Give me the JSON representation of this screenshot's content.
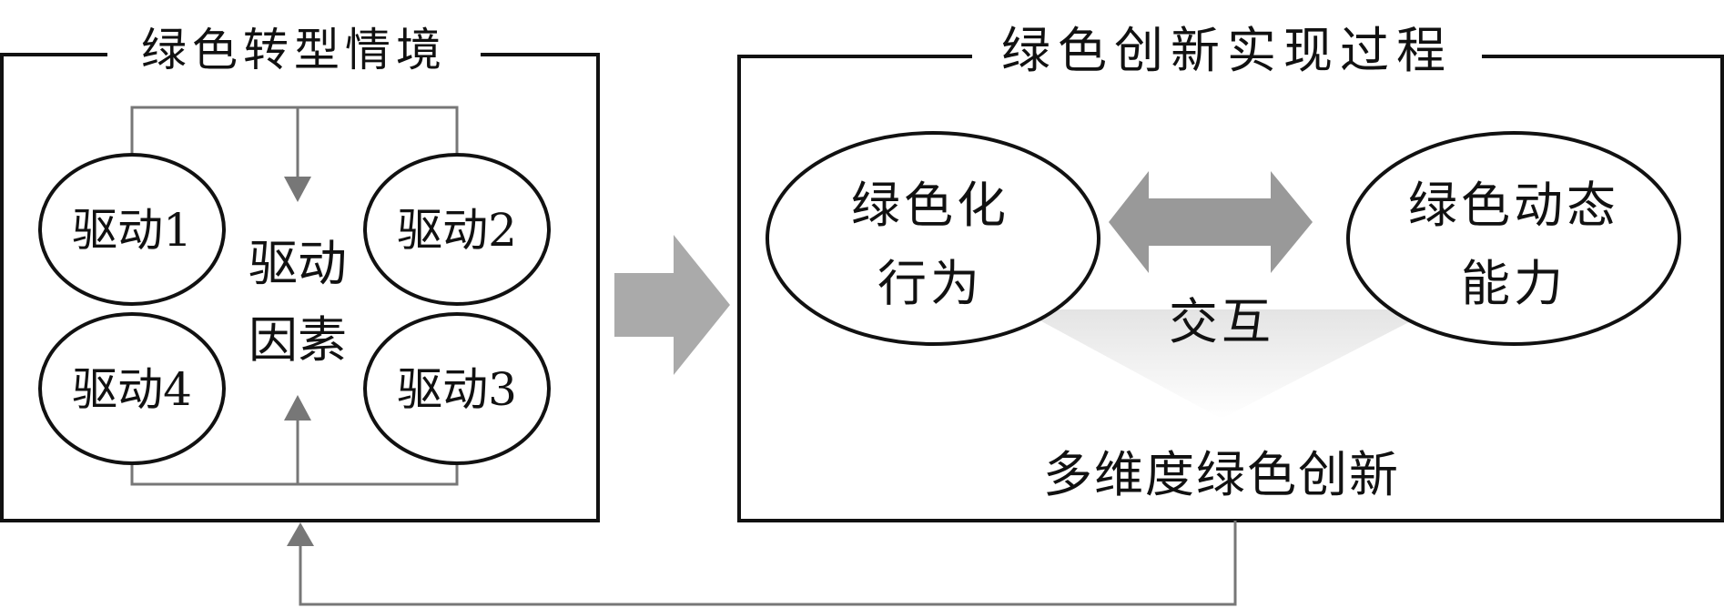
{
  "left_panel": {
    "title": "绿色转型情境",
    "drivers": [
      "驱动1",
      "驱动2",
      "驱动3",
      "驱动4"
    ],
    "center_label_line1": "驱动",
    "center_label_line2": "因素"
  },
  "right_panel": {
    "title": "绿色创新实现过程",
    "node_a_line1": "绿色化",
    "node_a_line2": "行为",
    "node_b_line1": "绿色动态",
    "node_b_line2": "能力",
    "interaction_label": "交互",
    "output_label": "多维度绿色创新"
  },
  "colors": {
    "frame": "#111111",
    "connector": "#777777",
    "big_arrow": "#aaaaaa",
    "funnel_top": "#e6e6e6"
  }
}
